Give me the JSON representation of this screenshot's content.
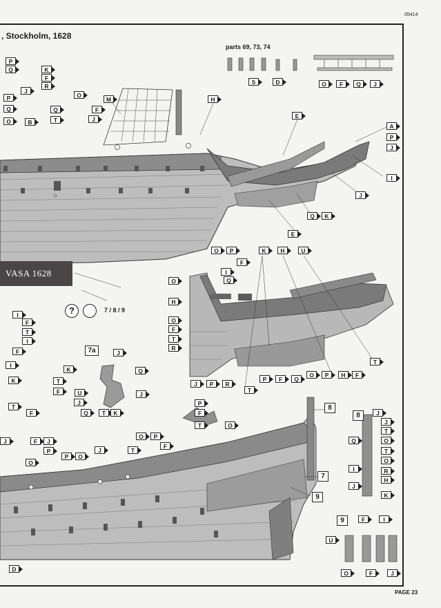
{
  "page": {
    "code": "05414",
    "page_label": "PAGE 23"
  },
  "header": {
    "title": ", Stockholm, 1628"
  },
  "parts_note": "parts 69, 73, 74",
  "plaque_text": "VASA 1628",
  "refs_text": "7 / 8 / 9",
  "steps": [
    "7a",
    "8",
    "7",
    "9",
    "8",
    "9"
  ],
  "callouts_top_left": [
    "P",
    "Q",
    "K",
    "F",
    "R",
    "J",
    "P",
    "Q",
    "O",
    "B",
    "O",
    "Q",
    "F",
    "T",
    "J",
    "M",
    "H"
  ],
  "callouts_top_right": [
    "S",
    "D",
    "O",
    "F",
    "Q",
    "J",
    "E",
    "A",
    "P",
    "J",
    "I",
    "J",
    "E",
    "Q",
    "K"
  ],
  "callouts_mid_left": [
    "I",
    "F",
    "T",
    "I",
    "F",
    "I",
    "K",
    "T",
    "F",
    "J",
    "K",
    "Q",
    "T",
    "F",
    "U",
    "J",
    "J",
    "Q",
    "T",
    "K"
  ],
  "callouts_mid_right": [
    "O",
    "P",
    "K",
    "H",
    "U",
    "F",
    "O",
    "I",
    "Q",
    "H",
    "O",
    "F",
    "T",
    "R",
    "J",
    "P",
    "R",
    "T",
    "P",
    "F",
    "Q",
    "O",
    "P",
    "H",
    "F",
    "T"
  ],
  "callouts_bottom_left": [
    "J",
    "F",
    "J",
    "P",
    "P",
    "O",
    "O",
    "J",
    "T",
    "O",
    "P",
    "F",
    "P",
    "F",
    "T",
    "O",
    "D"
  ],
  "callouts_bottom_right": [
    "J",
    "J",
    "T",
    "O",
    "Q",
    "T",
    "O",
    "R",
    "H",
    "I",
    "J",
    "K",
    "U",
    "F",
    "I",
    "O",
    "F",
    "J"
  ]
}
